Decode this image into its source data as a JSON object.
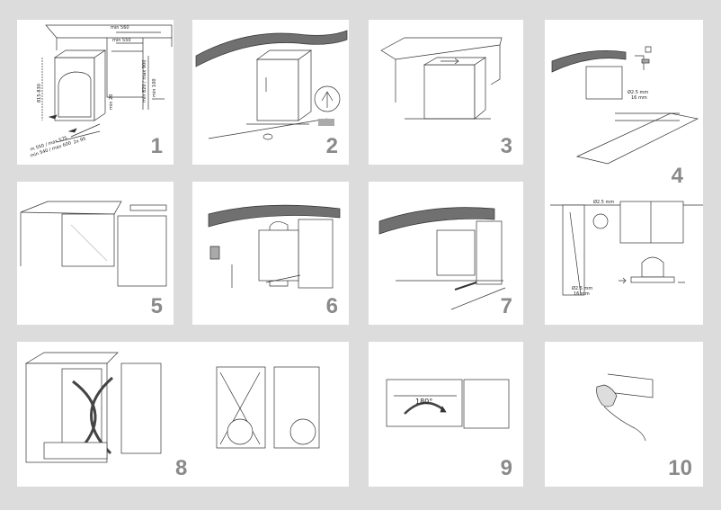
{
  "colors": {
    "background": "#dcdcdc",
    "panel": "#ffffff",
    "step_number": "#8a8a8a",
    "countertop": "#707070",
    "line": "#333333"
  },
  "steps": [
    "1",
    "2",
    "3",
    "4",
    "5",
    "6",
    "7",
    "8",
    "9",
    "10"
  ],
  "step1": {
    "dim_top_a": "min 560",
    "dim_top_b": "min 550",
    "dim_height": "815-830",
    "dim_right_1": "min 820 / max 900",
    "dim_right_2": "min 20",
    "dim_right_3": "min 100",
    "dim_bottom_1": "m 550 / max 575",
    "dim_bottom_2": "min 540 / max 600",
    "dim_bottom_3": "2x 95"
  },
  "step4": {
    "dim_a1": "Ø2.5 mm",
    "dim_a2": "16 mm",
    "dim_b1": "Ø2.5 mm",
    "dim_b2": "16 mm",
    "dim_c": "Ø2.5 mm"
  },
  "step9": {
    "angle": "180°"
  }
}
